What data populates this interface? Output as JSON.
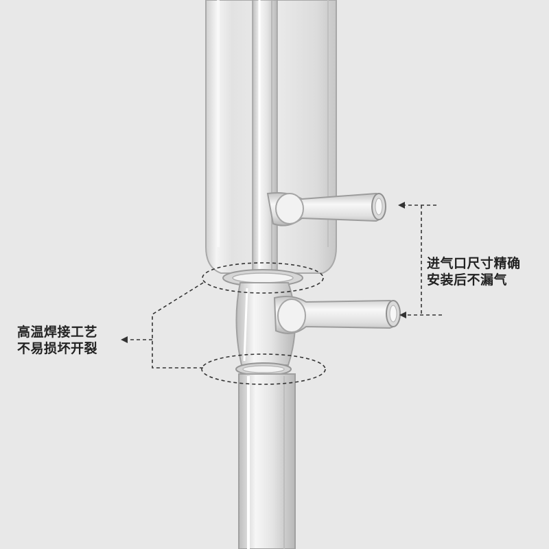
{
  "colors": {
    "background": "#e8e8e8",
    "glass_edge": "#9a9a9a",
    "glass_highlight": "#ffffff",
    "callout_line": "#333333",
    "callout_text": "#222222"
  },
  "callouts": {
    "welding": {
      "line1": "高温焊接工艺",
      "line2": "不易损坏开裂"
    },
    "inlet": {
      "line1": "进气口尺寸精确",
      "line2": "安装后不漏气"
    }
  }
}
